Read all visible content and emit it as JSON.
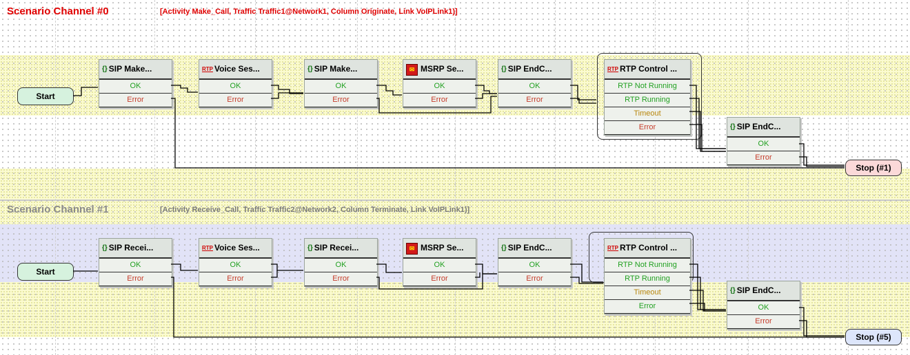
{
  "channel0": {
    "title": "Scenario Channel #0",
    "description": "[Activity Make_Call, Traffic Traffic1@Network1, Column Originate, Link VoIPLink1)]",
    "start": "Start",
    "stop": "Stop (#1)",
    "nodes": [
      {
        "icon": "sip",
        "title": "SIP Make..."
      },
      {
        "icon": "rtp",
        "title": "Voice Ses..."
      },
      {
        "icon": "sip",
        "title": "SIP Make..."
      },
      {
        "icon": "msrp",
        "title": "MSRP Se..."
      },
      {
        "icon": "sip",
        "title": "SIP EndC..."
      },
      {
        "icon": "rtp",
        "title": "RTP Control ..."
      },
      {
        "icon": "sip",
        "title": "SIP EndC..."
      }
    ]
  },
  "channel1": {
    "title": "Scenario Channel #1",
    "description": "[Activity Receive_Call, Traffic Traffic2@Network2, Column Terminate, Link VoIPLink1)]",
    "start": "Start",
    "stop": "Stop (#5)",
    "nodes": [
      {
        "icon": "sip",
        "title": "SIP Recei..."
      },
      {
        "icon": "rtp",
        "title": "Voice Ses..."
      },
      {
        "icon": "sip",
        "title": "SIP Recei..."
      },
      {
        "icon": "msrp",
        "title": "MSRP Se..."
      },
      {
        "icon": "sip",
        "title": "SIP EndC..."
      },
      {
        "icon": "rtp",
        "title": "RTP Control ..."
      },
      {
        "icon": "sip",
        "title": "SIP EndC..."
      }
    ]
  },
  "labels": {
    "ok": "OK",
    "error": "Error",
    "rtp_not_running": "RTP Not Running",
    "rtp_running": "RTP Running",
    "timeout": "Timeout",
    "sip_glyph": "{}",
    "rtp_glyph": "RTP"
  },
  "colors": {
    "channel0_title": "#e00000",
    "channel1_title": "#8a8a8a",
    "start_fill": "#d6f2de",
    "stop0_fill": "#fbd9d9",
    "stop1_fill": "#dde6fb",
    "channel1_band": "#e2e3f7"
  }
}
